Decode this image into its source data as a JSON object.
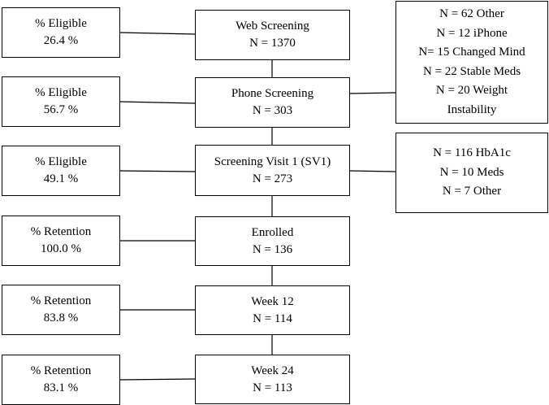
{
  "stages": [
    {
      "title": "Web Screening",
      "count": "N = 1370",
      "metric_label": "% Eligible",
      "metric_value": "26.4 %"
    },
    {
      "title": "Phone Screening",
      "count": "N = 303",
      "metric_label": "% Eligible",
      "metric_value": "56.7 %"
    },
    {
      "title": "Screening Visit 1 (SV1)",
      "count": "N = 273",
      "metric_label": "% Eligible",
      "metric_value": "49.1 %"
    },
    {
      "title": "Enrolled",
      "count": "N = 136",
      "metric_label": "% Retention",
      "metric_value": "100.0 %"
    },
    {
      "title": "Week 12",
      "count": "N = 114",
      "metric_label": "% Retention",
      "metric_value": "83.8 %"
    },
    {
      "title": "Week 24",
      "count": "N = 113",
      "metric_label": "% Retention",
      "metric_value": "83.1 %"
    }
  ],
  "exclusions_phone": [
    "N = 62 Other",
    "N = 12 iPhone",
    "N= 15 Changed Mind",
    "N = 22 Stable Meds",
    "N = 20 Weight",
    "Instability"
  ],
  "exclusions_sv1": [
    "N = 116 HbA1c",
    "N = 10 Meds",
    "N = 7 Other"
  ]
}
